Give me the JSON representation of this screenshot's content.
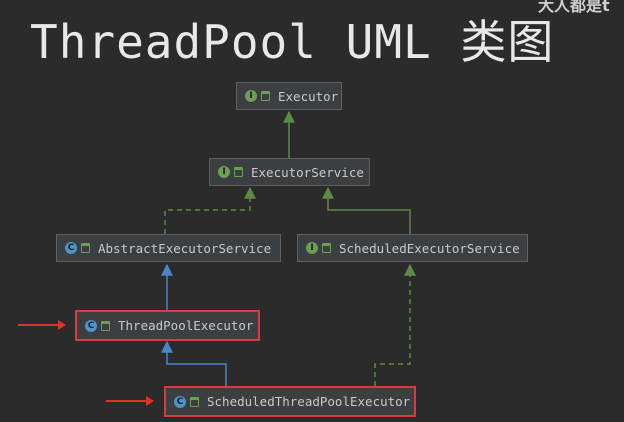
{
  "title": "ThreadPool UML 类图",
  "corner_text": "大人都是t",
  "nodes": {
    "executor": {
      "label": "Executor",
      "kind": "interface",
      "badge": "I"
    },
    "executor_service": {
      "label": "ExecutorService",
      "kind": "interface",
      "badge": "I"
    },
    "abstract_executor_service": {
      "label": "AbstractExecutorService",
      "kind": "abstract-class",
      "badge": "C"
    },
    "scheduled_executor_service": {
      "label": "ScheduledExecutorService",
      "kind": "interface",
      "badge": "I"
    },
    "thread_pool_executor": {
      "label": "ThreadPoolExecutor",
      "kind": "class",
      "badge": "C",
      "highlighted": true
    },
    "scheduled_thread_pool_executor": {
      "label": "ScheduledThreadPoolExecutor",
      "kind": "class",
      "badge": "C",
      "highlighted": true
    }
  },
  "edges": [
    {
      "from": "executor_service",
      "to": "executor",
      "type": "extends"
    },
    {
      "from": "scheduled_executor_service",
      "to": "executor_service",
      "type": "extends"
    },
    {
      "from": "abstract_executor_service",
      "to": "executor_service",
      "type": "implements"
    },
    {
      "from": "thread_pool_executor",
      "to": "abstract_executor_service",
      "type": "extends"
    },
    {
      "from": "scheduled_thread_pool_executor",
      "to": "thread_pool_executor",
      "type": "extends"
    },
    {
      "from": "scheduled_thread_pool_executor",
      "to": "scheduled_executor_service",
      "type": "implements"
    }
  ],
  "colors": {
    "background": "#2b2b2b",
    "interface_edge": "#5d8a45",
    "class_edge": "#4b86c9",
    "highlight": "#d93a3a",
    "interface_badge": "#6a9e54",
    "class_badge": "#4a94c8"
  }
}
